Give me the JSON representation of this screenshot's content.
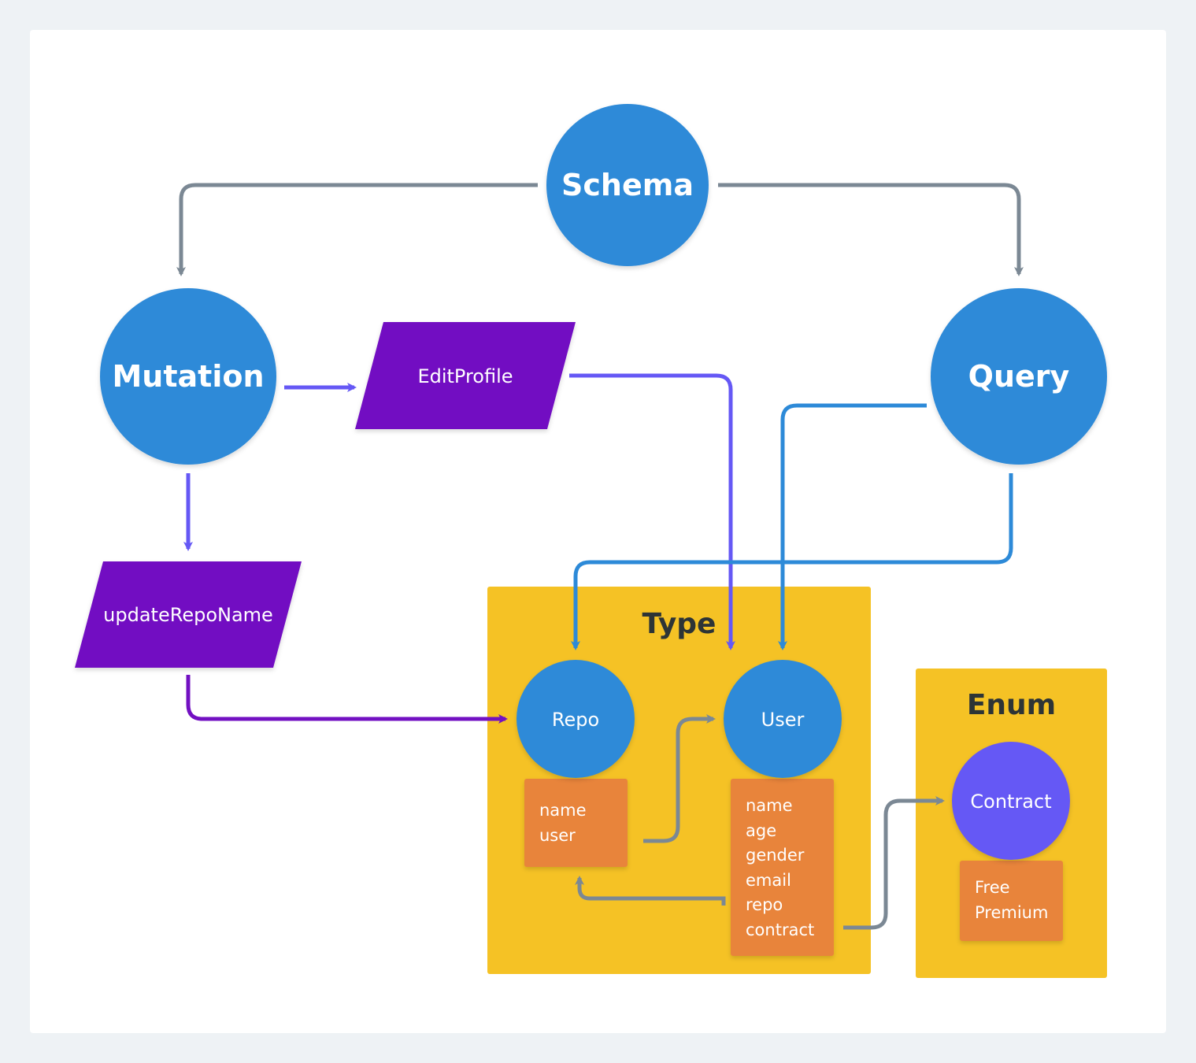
{
  "nodes": {
    "schema": "Schema",
    "mutation": "Mutation",
    "query": "Query",
    "edit_profile": "EditProfile",
    "update_repo_name": "updateRepoName",
    "repo": "Repo",
    "user": "User",
    "contract": "Contract"
  },
  "groups": {
    "type": "Type",
    "enum": "Enum"
  },
  "fields": {
    "repo": [
      "name",
      "user"
    ],
    "user": [
      "name",
      "age",
      "gender",
      "email",
      "repo",
      "contract"
    ],
    "contract": [
      "Free",
      "Premium"
    ]
  },
  "colors": {
    "background": "#eef2f5",
    "canvas": "#ffffff",
    "circle_blue": "#2d8ad8",
    "circle_violet": "#6558f5",
    "parallelogram_purple": "#7210c2",
    "group_yellow": "#f5c225",
    "fields_orange": "#e8843a",
    "edge_gray": "#7b8894",
    "edge_violet": "#6558f5",
    "edge_blue": "#2d8ad8",
    "edge_purple": "#7210c2"
  }
}
